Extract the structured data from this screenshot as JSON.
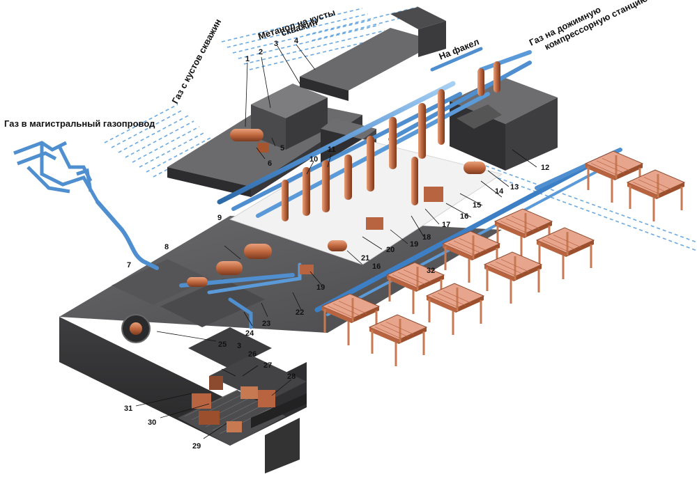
{
  "labels": {
    "gas_main_pipeline": "Газ в магистральный газопровод",
    "gas_from_wells": "Газ с кустов скважин",
    "methanol_to_wells_1": "Метанол на кусты",
    "methanol_to_wells_2": "скважин",
    "to_flare": "На факел",
    "booster_1": "Газ на дожимную",
    "booster_2": "компрессорную станцию"
  },
  "callouts": {
    "n1": "1",
    "n2": "2",
    "n3": "3",
    "n4": "4",
    "n5": "5",
    "n6": "6",
    "n7": "7",
    "n8": "8",
    "n9": "9",
    "n10": "10",
    "n11": "11",
    "n12": "12",
    "n13": "13",
    "n14": "14",
    "n15": "15",
    "n16": "16",
    "n17": "17",
    "n18": "18",
    "n19": "19",
    "n20": "20",
    "n21": "21",
    "n22": "22",
    "n23": "23",
    "n24": "24",
    "n25": "25",
    "n26": "26",
    "n27": "27",
    "n28": "28",
    "n29": "29",
    "n30": "30",
    "n31": "31",
    "n32": "32"
  },
  "colors": {
    "building_dark": "#3a3a3c",
    "building_mid": "#5c5c5f",
    "building_light": "#8a8a8c",
    "pipe_blue": "#4f8fd0",
    "pipe_blue_light": "#9cc6ee",
    "equipment_copper": "#c77a52",
    "equipment_pink": "#e8a58d",
    "equipment_dark": "#8c4a2e"
  }
}
